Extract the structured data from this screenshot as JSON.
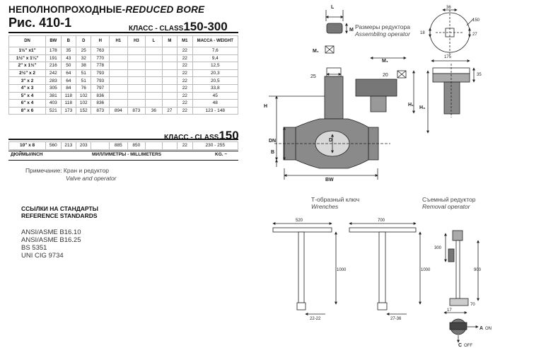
{
  "header": {
    "title_ru": "НЕПОЛНОПРОХОДНЫЕ-",
    "title_en": "REDUCED BORE",
    "figure": "Рис.  410-1"
  },
  "class1": {
    "prefix": "КЛАСС - CLASS",
    "value": "150-300"
  },
  "class2": {
    "prefix": "КЛАСС - CLASS",
    "value": "150"
  },
  "table": {
    "columns": [
      "DN",
      "BW",
      "B",
      "D",
      "H",
      "H1",
      "H3",
      "L",
      "M",
      "M1",
      "МАССА - WEIGHT"
    ],
    "rows": [
      [
        "1½\" x1\"",
        "178",
        "35",
        "25",
        "763",
        "",
        "",
        "",
        "",
        "22",
        "7,6"
      ],
      [
        "1½\" x 1¼\"",
        "191",
        "43",
        "32",
        "770",
        "",
        "",
        "",
        "",
        "22",
        "9,4"
      ],
      [
        "2\" x 1½\"",
        "216",
        "50",
        "38",
        "778",
        "",
        "",
        "",
        "",
        "22",
        "12,5"
      ],
      [
        "2½\" x 2",
        "242",
        "64",
        "51",
        "793",
        "",
        "",
        "",
        "",
        "22",
        "20,3"
      ],
      [
        "3\" x 2",
        "283",
        "64",
        "51",
        "793",
        "",
        "",
        "",
        "",
        "22",
        "20,5"
      ],
      [
        "4\" x 3",
        "305",
        "84",
        "76",
        "797",
        "",
        "",
        "",
        "",
        "22",
        "33,8"
      ],
      [
        "5\" x 4",
        "381",
        "118",
        "102",
        "836",
        "",
        "",
        "",
        "",
        "22",
        "45"
      ],
      [
        "6\" x 4",
        "403",
        "118",
        "102",
        "836",
        "",
        "",
        "",
        "",
        "22",
        "48"
      ],
      [
        "8\" x 6",
        "521",
        "173",
        "152",
        "873",
        "894",
        "873",
        "36",
        "27",
        "22",
        "123 - 148"
      ]
    ],
    "row150": [
      "10\" x 8",
      "560",
      "213",
      "203",
      "",
      "885",
      "850",
      "",
      "",
      "22",
      "230 - 255"
    ]
  },
  "units": {
    "inch": "ДЮЙМЫ/INCH",
    "mm": "МИЛЛИМЕТРЫ - MILLIMETERS",
    "kg": "KG. ~"
  },
  "note": {
    "ru": "Примечание: Кран и редуктор",
    "en": "Valve and operator"
  },
  "references": {
    "title_ru": "ССЫЛКИ НА СТАНДАРТЫ",
    "title_en": "REFERENCE STANDARDS",
    "items": [
      "ANSI/ASME B16.10",
      "ANSI/ASME B16.25",
      "BS 5351",
      "UNI CIG 9734"
    ]
  },
  "captions": {
    "assembling": {
      "ru": "Размеры редуктора",
      "en": "Assembling operator"
    },
    "wrenches": {
      "ru": "Т-образный ключ",
      "en": "Wrenches"
    },
    "removal": {
      "ru": "Съемный редуктор",
      "en": "Removal operator"
    }
  },
  "dims": {
    "L": "L",
    "M": "M",
    "M1": "M₁",
    "H": "H",
    "H1": "H₁",
    "H3": "H₃",
    "DN": "DN",
    "B": "B",
    "D": "D",
    "BW": "BW",
    "d25": "25",
    "d20": "20",
    "d175": "175",
    "d35": "35",
    "d36": "36",
    "d18": "18",
    "d150": "150",
    "d27": "27",
    "d520": "520",
    "d700": "700",
    "d1000a": "1000",
    "d1000b": "1000",
    "d2222": "22-22",
    "d2736": "27-36",
    "d300": "300",
    "d900": "900",
    "d70": "70",
    "d17": "17",
    "on": "ON",
    "off": "OFF",
    "a": "A",
    "c": "C"
  }
}
